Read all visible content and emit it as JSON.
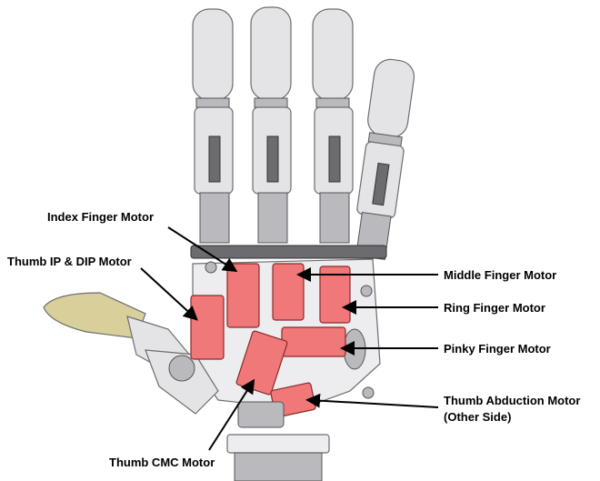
{
  "labels": {
    "index": "Index Finger Motor",
    "thumb_ip_dip": "Thumb IP & DIP Motor",
    "middle": "Middle Finger Motor",
    "ring": "Ring Finger Motor",
    "pinky": "Pinky Finger Motor",
    "thumb_abduction_line1": "Thumb Abduction Motor",
    "thumb_abduction_line2": "(Other Side)",
    "thumb_cmc": "Thumb CMC Motor"
  },
  "colors": {
    "motor": "#f07878",
    "structure": "#e4e4e6"
  }
}
